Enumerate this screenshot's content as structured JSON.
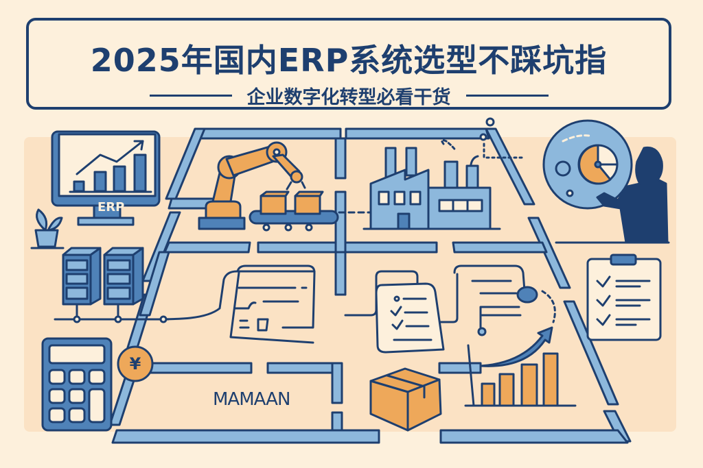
{
  "header": {
    "title": "2025年国内ERP系统选型不踩坑指",
    "subtitle": "企业数字化转型必看干货"
  },
  "illustration": {
    "monitor_label": "ERP",
    "currency_symbol": "¥",
    "maze_label": "MAMAAN"
  },
  "colors": {
    "background": "#fdf0dc",
    "panel": "#fbe2c4",
    "navy": "#1e3f6f",
    "light_blue": "#8db8dc",
    "mid_blue": "#4f82b8",
    "orange": "#eea85a"
  }
}
